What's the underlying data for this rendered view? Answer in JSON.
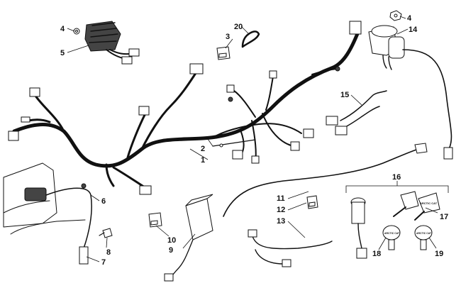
{
  "callouts": [
    {
      "num": "1"
    },
    {
      "num": "2"
    },
    {
      "num": "3"
    },
    {
      "num": "4"
    },
    {
      "num": "5"
    },
    {
      "num": "6"
    },
    {
      "num": "7"
    },
    {
      "num": "8"
    },
    {
      "num": "9"
    },
    {
      "num": "10"
    },
    {
      "num": "11"
    },
    {
      "num": "12"
    },
    {
      "num": "13"
    },
    {
      "num": "4"
    },
    {
      "num": "14"
    },
    {
      "num": "15"
    },
    {
      "num": "16"
    },
    {
      "num": "17"
    },
    {
      "num": "18"
    },
    {
      "num": "19"
    },
    {
      "num": "20"
    }
  ],
  "key_brand": "ARCTIC CAT"
}
